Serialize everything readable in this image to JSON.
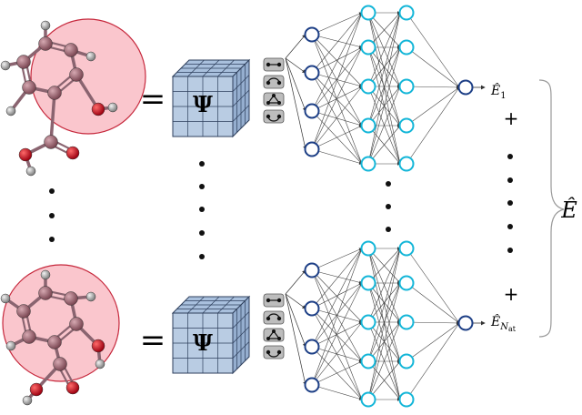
{
  "operators": {
    "equals": "="
  },
  "descriptor": {
    "symbol": "Ψ"
  },
  "outputs": {
    "first": {
      "base": "Ê",
      "sub": "1"
    },
    "last": {
      "base": "Ê",
      "sub": "N",
      "subsub": "at"
    },
    "plus": "+",
    "total": "Ê"
  },
  "colors": {
    "neighborhood": "#f07f8e",
    "cube_face": "#b9cce3",
    "cube_edge": "#2e3f5c",
    "carbon_atom": "#a06c77",
    "oxygen_atom": "#d5001a",
    "hydrogen_atom": "#a9a9a9",
    "input_node": "#1d3f86",
    "hidden_node": "#14b6d8",
    "output_node": "#1d3f86"
  },
  "icons": [
    "pair-icon",
    "triangle-icon",
    "angle-icon",
    "loop-icon"
  ]
}
